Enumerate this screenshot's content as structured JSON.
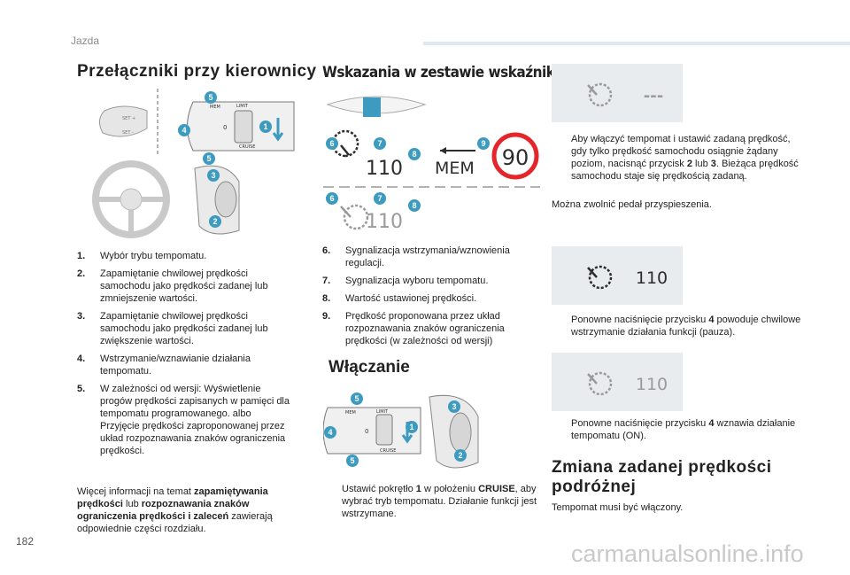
{
  "header": {
    "section": "Jazda"
  },
  "page_number": "182",
  "watermark": "carmanualsonline.info",
  "headings": {
    "steering_controls": "Przełączniki przy kierownicy",
    "instrument_indications": "Wskazania w zestawie wskaźników",
    "activation": "Włączanie",
    "change_speed": "Zmiana zadanej prędkości podróżnej"
  },
  "left_list": [
    {
      "num": "1.",
      "text": "Wybór trybu tempomatu."
    },
    {
      "num": "2.",
      "text": "Zapamiętanie chwilowej prędkości samochodu jako prędkości zadanej lub zmniejszenie wartości."
    },
    {
      "num": "3.",
      "text": "Zapamiętanie chwilowej prędkości samochodu jako prędkości zadanej lub zwiększenie wartości."
    },
    {
      "num": "4.",
      "text": "Wstrzymanie/wznawianie działania tempomatu."
    },
    {
      "num": "5.",
      "text": "W zależności od wersji: Wyświetlenie progów prędkości zapisanych w pamięci dla tempomatu programowanego. albo Przyjęcie prędkości zaproponowanej przez układ rozpoznawania znaków ograniczenia prędkości."
    }
  ],
  "left_paragraph": {
    "part1": "Więcej informacji na temat ",
    "bold1": "zapamiętywania prędkości",
    "part2": " lub ",
    "bold2": "rozpoznawania znaków ograniczenia prędkości i zaleceń",
    "part3": " zawierają odpowiednie części rozdziału."
  },
  "mid_list": [
    {
      "num": "6.",
      "text": "Sygnalizacja wstrzymania/wznowienia regulacji."
    },
    {
      "num": "7.",
      "text": "Sygnalizacja wyboru tempomatu."
    },
    {
      "num": "8.",
      "text": "Wartość ustawionej prędkości."
    },
    {
      "num": "9.",
      "text": "Prędkość proponowana przez układ rozpoznawania znaków ograniczenia prędkości (w zależności od wersji)"
    }
  ],
  "bullet_marker": "",
  "activation_bullet": {
    "part1": "Ustawić pokrętło ",
    "bold1": "1",
    "part2": " w położeniu ",
    "bold2": "CRUISE",
    "part3": ", aby wybrać tryb tempomatu. Działanie funkcji jest wstrzymane."
  },
  "right_bullet_1": {
    "part1": "Aby włączyć tempomat i ustawić zadaną prędkość, gdy tylko prędkość samochodu osiągnie żądany poziom, nacisnąć przycisk ",
    "bold1": "2",
    "part2": " lub ",
    "bold2": "3",
    "part3": ". Bieżąca prędkość samochodu staje się prędkością zadaną."
  },
  "right_para_1": "Można zwolnić pedał przyspieszenia.",
  "right_bullet_2": {
    "part1": "Ponowne naciśnięcie przycisku ",
    "bold1": "4",
    "part2": " powoduje chwilowe wstrzymanie działania funkcji (pauza)."
  },
  "right_bullet_3": {
    "part1": "Ponowne naciśnięcie przycisku ",
    "bold1": "4",
    "part2": " wznawia działanie tempomatu (ON)."
  },
  "right_para_2": "Tempomat musi być włączony.",
  "display": {
    "speed": "110",
    "mem": "MEM",
    "sign_speed": "90",
    "dashes": "---",
    "callouts_top": [
      "6",
      "7",
      "8",
      "9"
    ],
    "callouts_bottom": [
      "6",
      "7",
      "8"
    ]
  },
  "stalk": {
    "labels": {
      "lim": "LIMIT",
      "cruise": "CRUISE",
      "mem": "MEM",
      "set_plus": "SET +",
      "set_minus": "SET -",
      "zero": "0"
    },
    "callouts": [
      "5",
      "4",
      "1",
      "5",
      "3",
      "2"
    ],
    "callouts2": [
      "5",
      "4",
      "1",
      "5",
      "3",
      "2"
    ]
  },
  "colors": {
    "accent": "#3d9bbf",
    "callout": "#3d9bbf",
    "panel": "#e8ecef",
    "sign_red": "#e4262b",
    "display_text": "#2c2c2c"
  }
}
